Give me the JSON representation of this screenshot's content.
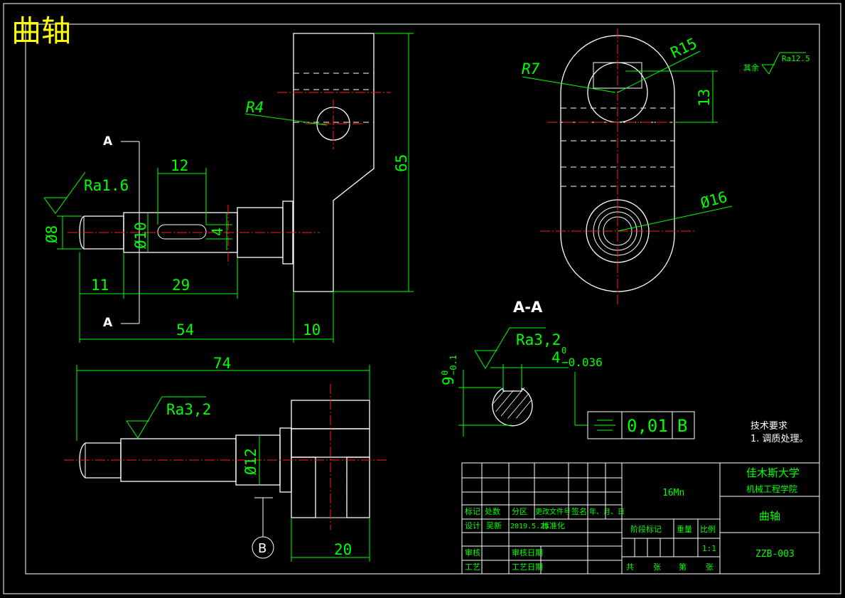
{
  "title": "曲轴",
  "dimensions": {
    "d8": "Ø8",
    "d10": "Ø10",
    "d4": "4",
    "d12_len": "12",
    "d11": "11",
    "d29": "29",
    "d54": "54",
    "d10_len": "10",
    "d65": "65",
    "d74": "74",
    "d20": "20",
    "d12_dia": "Ø12",
    "r4": "R4",
    "r7": "R7",
    "r15": "R15",
    "d13": "13",
    "d16": "Ø16",
    "keyseat_depth_main": "9",
    "keyseat_depth_tol": "0",
    "keyseat_depth_tol2": "−0.1",
    "keyseat_width_main": "4",
    "keyseat_width_tol": "0",
    "keyseat_width_tol2": "−0.036"
  },
  "roughness": {
    "ra16": "Ra1.6",
    "ra32_top": "Ra3,2",
    "ra32_bottom": "Ra3,2",
    "rest_label": "其余",
    "rest_value": "Ra12.5"
  },
  "section": {
    "label": "A-A",
    "arrow_a_top": "A",
    "arrow_a_bottom": "A",
    "datum_b": "B"
  },
  "tolerance_frame": {
    "symbol": "═",
    "value": "0,01",
    "datum": "B"
  },
  "tech_requirements": {
    "heading": "技术要求",
    "item1": "1. 调质处理。"
  },
  "title_block": {
    "material": "16Mn",
    "university": "佳木斯大学",
    "college": "机械工程学院",
    "part_name": "曲轴",
    "drawing_no": "ZZB-003",
    "scale": "1:1",
    "header_cells": [
      "标记",
      "处数",
      "分区",
      "更改文件号",
      "签名",
      "年、月、日"
    ],
    "design_label": "设计",
    "designer": "吴新",
    "date": "2019.5.25",
    "standardize": "标准化",
    "review": "审核",
    "process": "工艺",
    "review_date": "审核日期",
    "process_date": "工艺日期",
    "stage_mark": "阶段标记",
    "weight": "重量",
    "ratio": "比例",
    "total": "共",
    "sheets": "张",
    "sheet_no": "第",
    "sheet": "张"
  }
}
